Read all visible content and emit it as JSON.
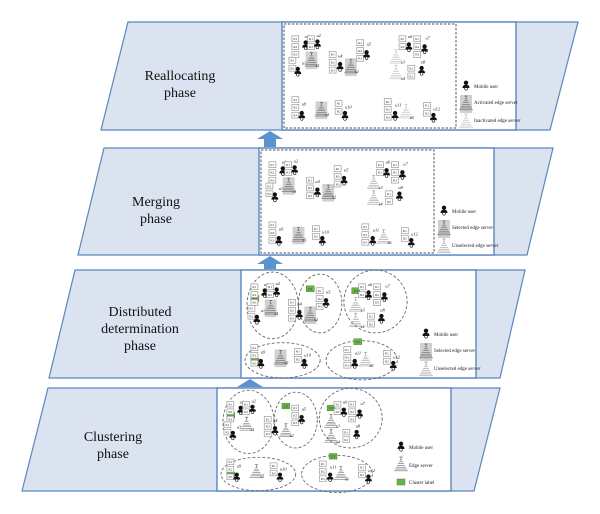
{
  "figure": {
    "phases": [
      {
        "id": "reallocating",
        "label_lines": [
          "Reallocating",
          "phase"
        ],
        "legend": [
          "Mobile user",
          "Activated edge server",
          "Inactivated edge server"
        ],
        "server_styles": [
          "activated",
          "inactivated"
        ]
      },
      {
        "id": "merging",
        "label_lines": [
          "Merging",
          "phase"
        ],
        "legend": [
          "Mobile user",
          "Selected edge server",
          "Unselected edge server"
        ],
        "server_styles": [
          "selected",
          "unselected"
        ]
      },
      {
        "id": "distributed",
        "label_lines": [
          "Distributed",
          "determination",
          "phase"
        ],
        "legend": [
          "Mobile user",
          "Selected edge server",
          "Unselected edge server"
        ],
        "server_styles": [
          "selected",
          "unselected"
        ]
      },
      {
        "id": "clustering",
        "label_lines": [
          "Clustering",
          "phase"
        ],
        "legend": [
          "Mobile user",
          "Edge server",
          "Cluster label"
        ],
        "server_styles": [
          "plain",
          "plain"
        ]
      }
    ],
    "resource_label": "R",
    "user_prefix": "u",
    "server_prefix": "s",
    "cluster_prefix": "C",
    "colors": {
      "parallelogram_fill": "#dbe3f1",
      "outline": "#5a86bf",
      "arrow": "#5b93cf",
      "cluster_label": "#6ab04c"
    },
    "flow_direction": "bottom-to-top"
  }
}
